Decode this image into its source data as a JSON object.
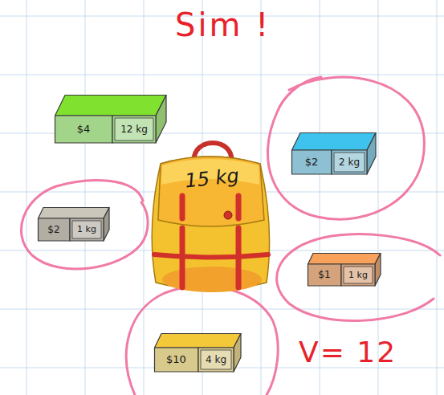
{
  "diagram": {
    "nodes": [
      {
        "text": [
          "$4",
          "12 kg"
        ]
      },
      {
        "text": [
          "$2",
          "2 kg"
        ]
      },
      {
        "text": [
          "15 kg"
        ]
      },
      {
        "text": [
          "$2",
          "1 kg"
        ]
      },
      {
        "text": [
          "$1",
          "1 kg"
        ]
      },
      {
        "text": [
          "$10",
          "4 kg"
        ]
      }
    ],
    "labels": [
      "Sim !",
      "V= 12"
    ]
  }
}
